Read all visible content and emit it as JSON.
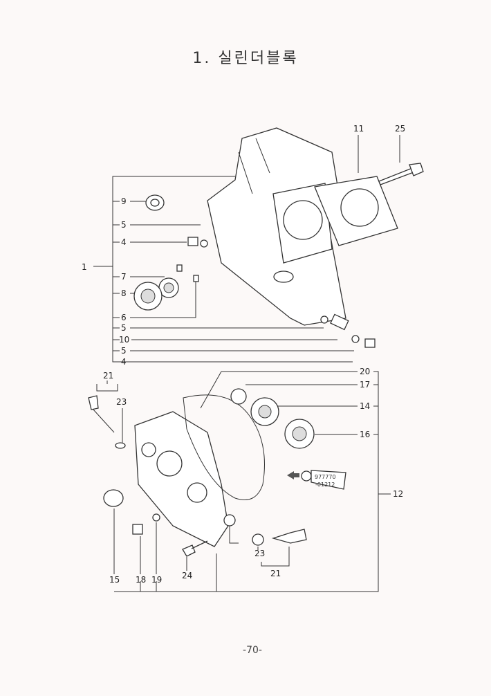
{
  "title": "1. 실린더블록",
  "page_number": "-70-",
  "callouts": {
    "group1": "1",
    "c9": "9",
    "c5a": "5",
    "c4a": "4",
    "c7": "7",
    "c8": "8",
    "c6": "6",
    "c5b": "5",
    "c10": "10",
    "c5c": "5",
    "c4b": "4",
    "c11": "11",
    "c25": "25",
    "c21a": "21",
    "c23a": "23",
    "c20": "20",
    "c17": "17",
    "c14": "14",
    "c16": "16",
    "group12": "12",
    "c15": "15",
    "c18": "18",
    "c19": "19",
    "c24": "24",
    "c23b": "23",
    "c21b": "21"
  },
  "sealant_tube": {
    "line1": "977770",
    "line2": "-01212"
  }
}
